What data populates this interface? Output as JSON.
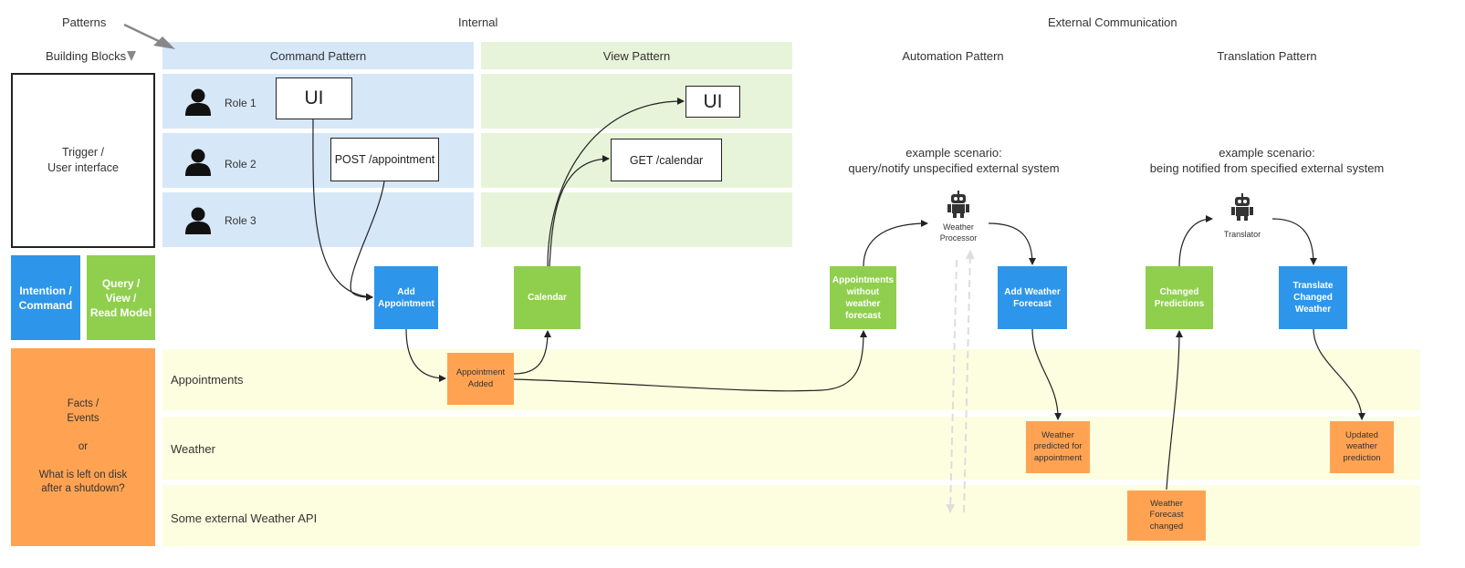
{
  "headers": {
    "patterns": "Patterns",
    "building_blocks": "Building Blocks",
    "internal": "Internal",
    "external": "External Communication",
    "command_pattern": "Command Pattern",
    "view_pattern": "View Pattern",
    "automation_pattern": "Automation Pattern",
    "translation_pattern": "Translation Pattern"
  },
  "legend": {
    "trigger": "Trigger /\nUser interface",
    "intention": "Intention /\nCommand",
    "query": "Query /\nView /\nRead Model",
    "facts": "Facts /\nEvents\n\nor\n\nWhat is left on disk\nafter a shutdown?"
  },
  "roles": [
    "Role 1",
    "Role 2",
    "Role 3"
  ],
  "ui_elements": {
    "ui_command": "UI",
    "post_appointment": "POST /appointment",
    "ui_view": "UI",
    "get_calendar": "GET /calendar"
  },
  "lanes": {
    "appointments": "Appointments",
    "weather": "Weather",
    "external_api": "Some external Weather API"
  },
  "stickies": {
    "add_appointment": "Add\nAppointment",
    "calendar": "Calendar",
    "appointment_added": "Appointment\nAdded",
    "appointments_without_forecast": "Appointments\nwithout\nweather\nforecast",
    "add_weather_forecast": "Add Weather\nForecast",
    "weather_predicted": "Weather\npredicted for\nappointment",
    "changed_predictions": "Changed\nPredictions",
    "translate_changed_weather": "Translate\nChanged\nWeather",
    "updated_weather_prediction": "Updated\nweather\nprediction",
    "weather_forecast_changed": "Weather\nForecast\nchanged"
  },
  "scenarios": {
    "automation": "example scenario:\nquery/notify unspecified external system",
    "translation": "example scenario:\nbeing notified from specified external system"
  },
  "processors": {
    "weather_processor": "Weather\nProcessor",
    "translator": "Translator"
  },
  "colors": {
    "command_blue": "#2d96ea",
    "query_green": "#8fcf4d",
    "event_orange": "#ffa353",
    "lane_blue": "#d6e7f8",
    "lane_green": "#e8f4da",
    "lane_yellow": "#fdfde0"
  },
  "icons": {
    "role": "person-icon",
    "processor": "robot-icon"
  }
}
